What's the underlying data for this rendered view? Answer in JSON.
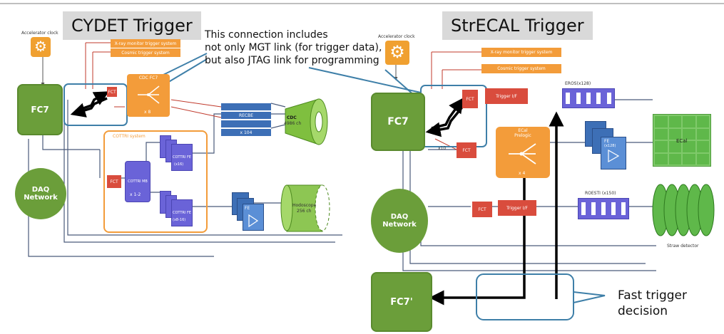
{
  "left": {
    "title": "CYDET Trigger",
    "accelerator_clock": "Accelerator clock",
    "xray_monitor": "X-ray monitor trigger system",
    "cosmic_trigger": "Cosmic trigger system",
    "fc7": "FC7",
    "fct": "FCT",
    "cdc_fc7": "CDC FC7",
    "x8": "x 8",
    "recbe": "RECBE",
    "x104": "x 104",
    "cdc": "CDC",
    "cdc_channels": "4986 ch",
    "cottri_system": "COTTRI system",
    "cottri_mb": "COTTRI MB",
    "x12": "x 1-2",
    "cottri_fe_upper": "COTTRI FE",
    "cottri_fe_upper_count": "(x16)",
    "cottri_fe_lower": "COTTRI FE",
    "cottri_fe_lower_count": "(x8-16)",
    "fe": "FE",
    "hodoscope": "Hodoscope",
    "hodoscope_channels": "256 ch",
    "daq_line1": "DAQ",
    "daq_line2": "Network"
  },
  "right": {
    "title": "StrECAL Trigger",
    "accelerator_clock": "Accelerator clock",
    "xray_monitor": "X-ray monitor trigger system",
    "cosmic_trigger": "Cosmic trigger system",
    "fc7": "FC7",
    "fct_top": "FCT",
    "trigger_if_top": "Trigger I/F",
    "eros": "EROS(x128)",
    "fct_mid": "FCT",
    "ecal_prelogic_line1": "ECal",
    "ecal_prelogic_line2": "Prelogic",
    "x4": "x 4",
    "x10": "x10",
    "fe": "FE",
    "fe_count": "(x128)",
    "ecal": "ECal",
    "fct_bottom": "FCT",
    "trigger_if_bottom": "Trigger I/F",
    "rodesti": "ROESTI (x150)",
    "straw_detector": "Straw detector",
    "daq_line1": "DAQ",
    "daq_line2": "Network",
    "fc7_prime": "FC7'"
  },
  "callouts": {
    "connection_line1": "This connection includes",
    "connection_line2": "not only MGT link (for trigger data),",
    "connection_line3": "but also JTAG link for programming",
    "fast_line1": "Fast trigger",
    "fast_line2": "decision"
  },
  "colors": {
    "green": "#6b9e3a",
    "orange": "#f39c3a",
    "red": "#d94c3d",
    "blue": "#3d6fb6",
    "purple": "#6a63d8",
    "callout_blue": "#3e7fa8"
  }
}
